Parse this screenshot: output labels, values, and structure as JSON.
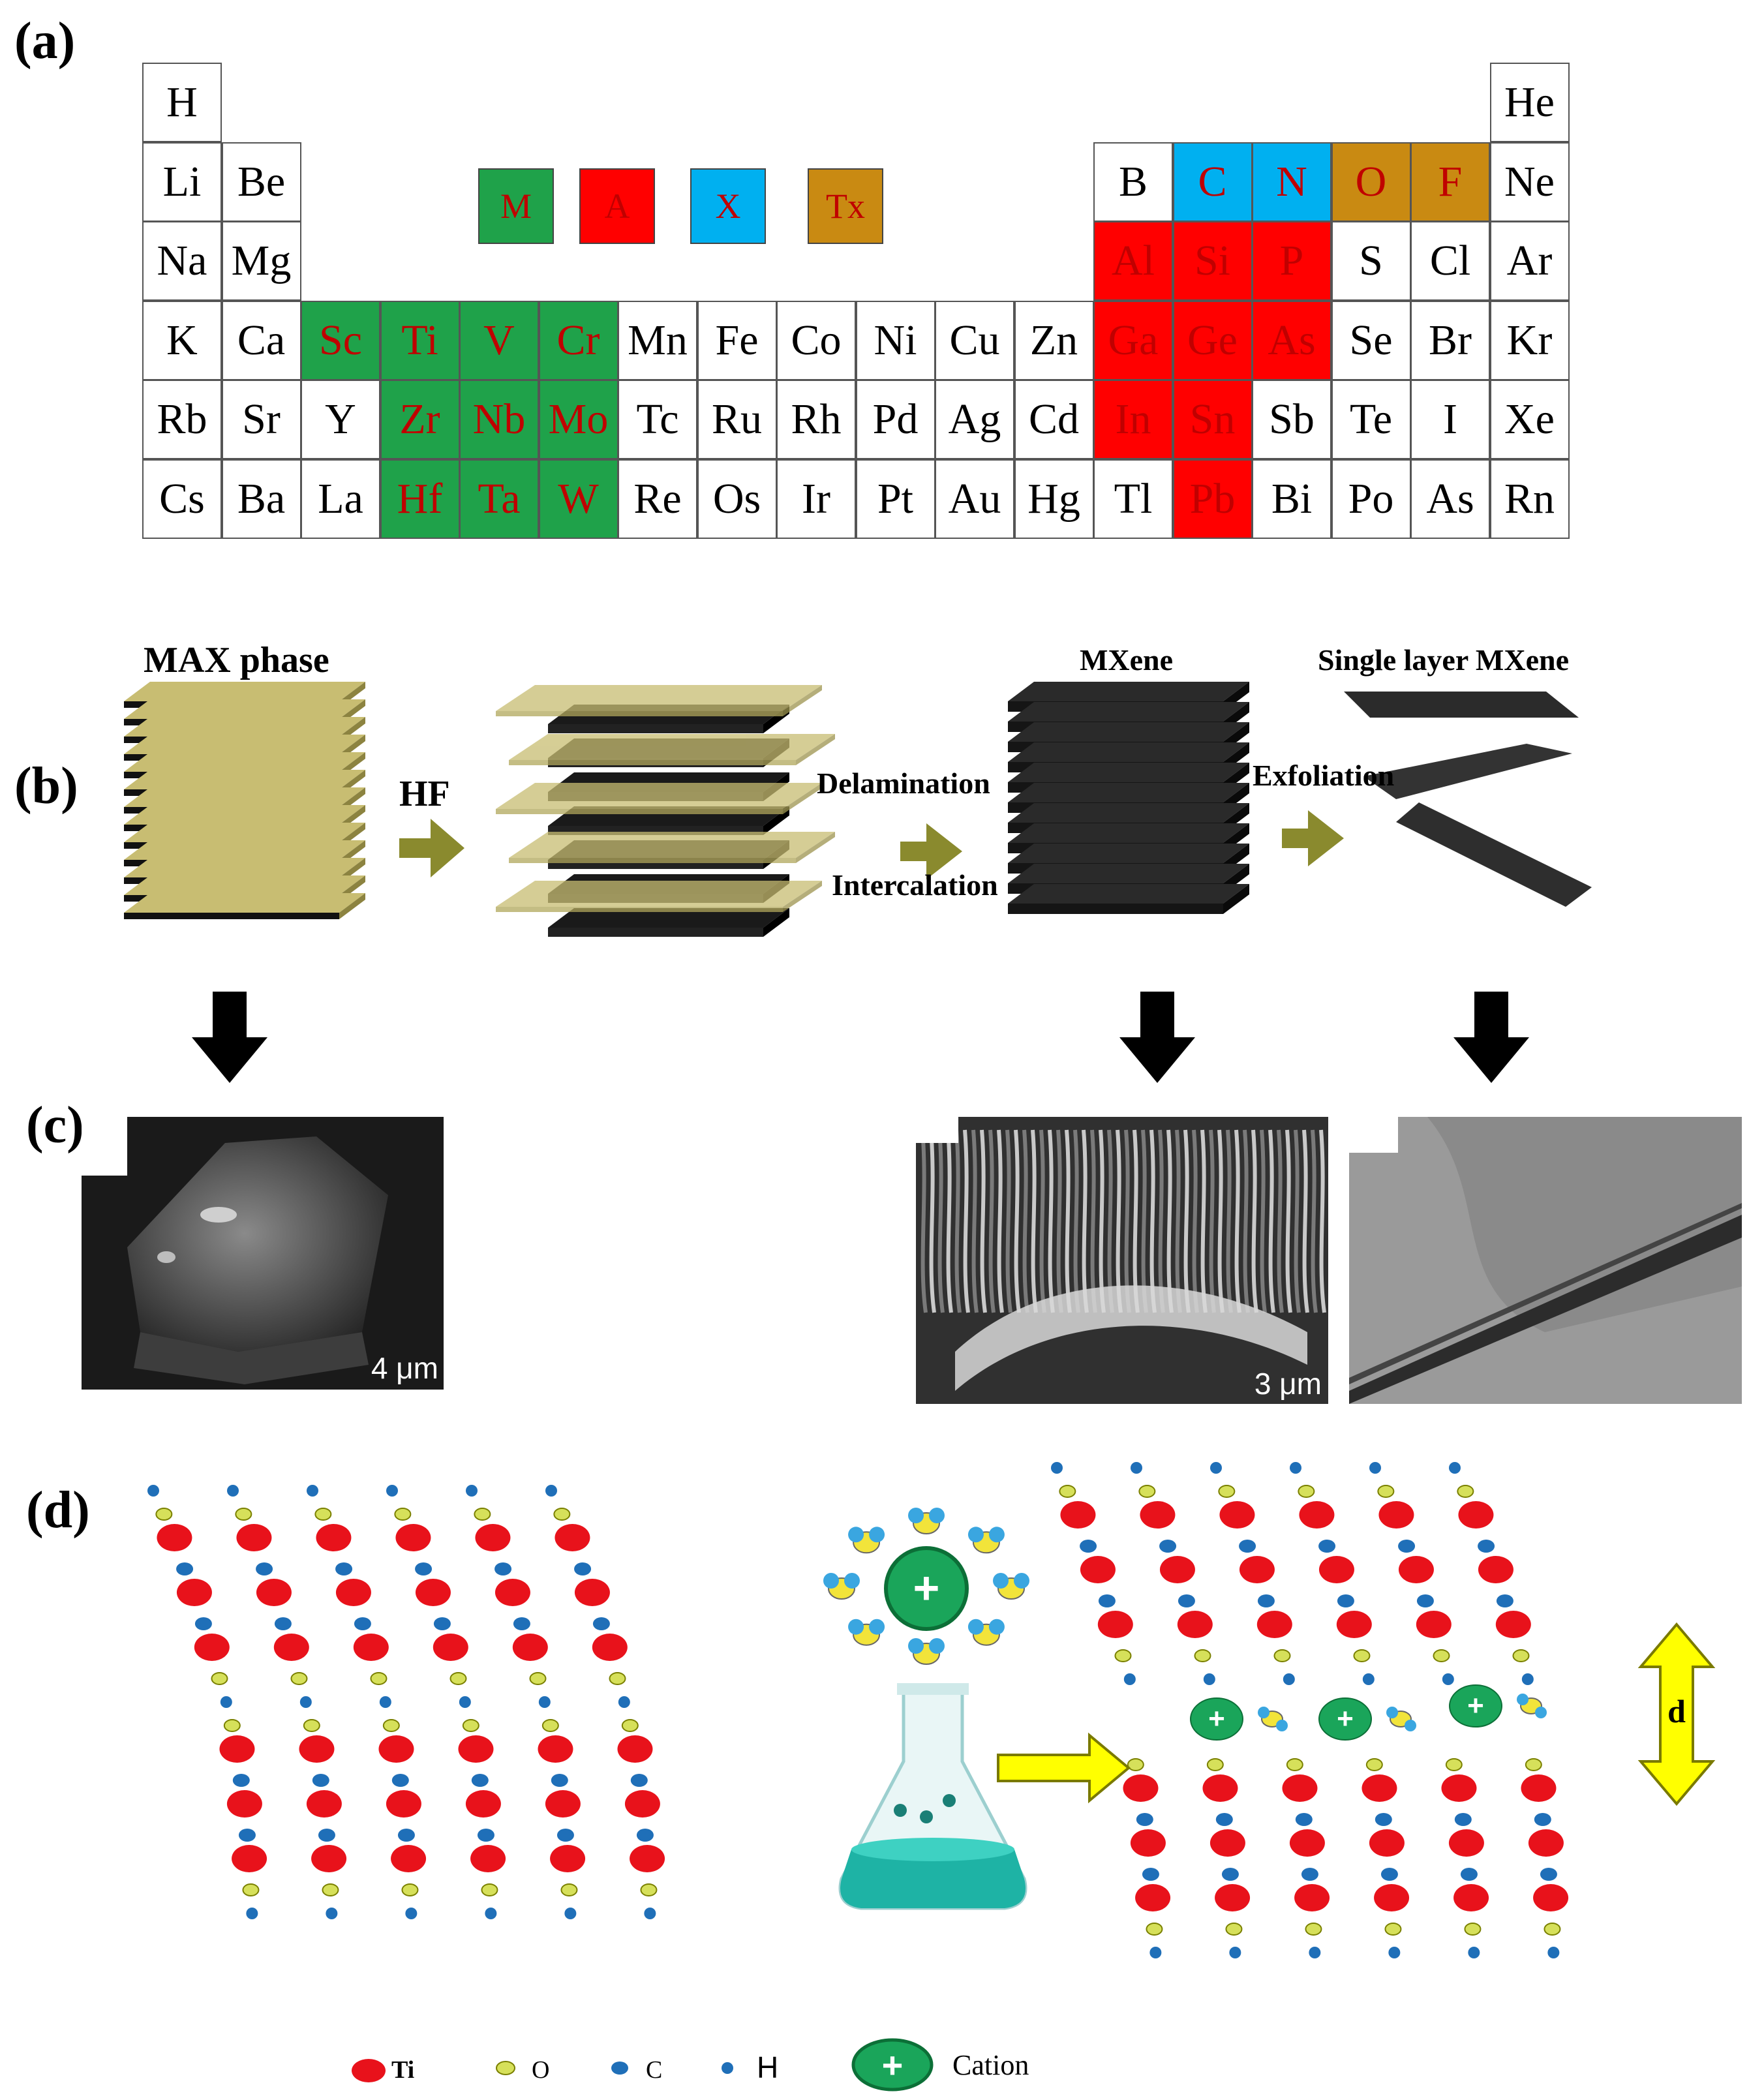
{
  "panels": {
    "a": "(a)",
    "b": "(b)",
    "c": "(c)",
    "d": "(d)"
  },
  "legend": [
    {
      "label": "M",
      "color": "#1fa24a",
      "text_color": "#c00000"
    },
    {
      "label": "A",
      "color": "#ff0000",
      "text_color": "#c00000"
    },
    {
      "label": "X",
      "color": "#00b0f0",
      "text_color": "#c00000"
    },
    {
      "label": "Tx",
      "color": "#c98a12",
      "text_color": "#c00000"
    }
  ],
  "colors": {
    "M": "#1fa24a",
    "A": "#ff0000",
    "X": "#00b0f0",
    "Tx": "#c98a12",
    "none": "#ffffff"
  },
  "elements": [
    {
      "s": "H",
      "r": 0,
      "c": 0,
      "g": "none"
    },
    {
      "s": "He",
      "r": 0,
      "c": 17,
      "g": "none"
    },
    {
      "s": "Li",
      "r": 1,
      "c": 0,
      "g": "none"
    },
    {
      "s": "Be",
      "r": 1,
      "c": 1,
      "g": "none"
    },
    {
      "s": "B",
      "r": 1,
      "c": 12,
      "g": "none"
    },
    {
      "s": "C",
      "r": 1,
      "c": 13,
      "g": "X"
    },
    {
      "s": "N",
      "r": 1,
      "c": 14,
      "g": "X"
    },
    {
      "s": "O",
      "r": 1,
      "c": 15,
      "g": "Tx"
    },
    {
      "s": "F",
      "r": 1,
      "c": 16,
      "g": "Tx"
    },
    {
      "s": "Ne",
      "r": 1,
      "c": 17,
      "g": "none"
    },
    {
      "s": "Na",
      "r": 2,
      "c": 0,
      "g": "none"
    },
    {
      "s": "Mg",
      "r": 2,
      "c": 1,
      "g": "none"
    },
    {
      "s": "Al",
      "r": 2,
      "c": 12,
      "g": "A"
    },
    {
      "s": "Si",
      "r": 2,
      "c": 13,
      "g": "A"
    },
    {
      "s": "P",
      "r": 2,
      "c": 14,
      "g": "A"
    },
    {
      "s": "S",
      "r": 2,
      "c": 15,
      "g": "none"
    },
    {
      "s": "Cl",
      "r": 2,
      "c": 16,
      "g": "none"
    },
    {
      "s": "Ar",
      "r": 2,
      "c": 17,
      "g": "none"
    },
    {
      "s": "K",
      "r": 3,
      "c": 0,
      "g": "none"
    },
    {
      "s": "Ca",
      "r": 3,
      "c": 1,
      "g": "none"
    },
    {
      "s": "Sc",
      "r": 3,
      "c": 2,
      "g": "M"
    },
    {
      "s": "Ti",
      "r": 3,
      "c": 3,
      "g": "M"
    },
    {
      "s": "V",
      "r": 3,
      "c": 4,
      "g": "M"
    },
    {
      "s": "Cr",
      "r": 3,
      "c": 5,
      "g": "M"
    },
    {
      "s": "Mn",
      "r": 3,
      "c": 6,
      "g": "none"
    },
    {
      "s": "Fe",
      "r": 3,
      "c": 7,
      "g": "none"
    },
    {
      "s": "Co",
      "r": 3,
      "c": 8,
      "g": "none"
    },
    {
      "s": "Ni",
      "r": 3,
      "c": 9,
      "g": "none"
    },
    {
      "s": "Cu",
      "r": 3,
      "c": 10,
      "g": "none"
    },
    {
      "s": "Zn",
      "r": 3,
      "c": 11,
      "g": "none"
    },
    {
      "s": "Ga",
      "r": 3,
      "c": 12,
      "g": "A"
    },
    {
      "s": "Ge",
      "r": 3,
      "c": 13,
      "g": "A"
    },
    {
      "s": "As",
      "r": 3,
      "c": 14,
      "g": "A"
    },
    {
      "s": "Se",
      "r": 3,
      "c": 15,
      "g": "none"
    },
    {
      "s": "Br",
      "r": 3,
      "c": 16,
      "g": "none"
    },
    {
      "s": "Kr",
      "r": 3,
      "c": 17,
      "g": "none"
    },
    {
      "s": "Rb",
      "r": 4,
      "c": 0,
      "g": "none"
    },
    {
      "s": "Sr",
      "r": 4,
      "c": 1,
      "g": "none"
    },
    {
      "s": "Y",
      "r": 4,
      "c": 2,
      "g": "none"
    },
    {
      "s": "Zr",
      "r": 4,
      "c": 3,
      "g": "M"
    },
    {
      "s": "Nb",
      "r": 4,
      "c": 4,
      "g": "M"
    },
    {
      "s": "Mo",
      "r": 4,
      "c": 5,
      "g": "M"
    },
    {
      "s": "Tc",
      "r": 4,
      "c": 6,
      "g": "none"
    },
    {
      "s": "Ru",
      "r": 4,
      "c": 7,
      "g": "none"
    },
    {
      "s": "Rh",
      "r": 4,
      "c": 8,
      "g": "none"
    },
    {
      "s": "Pd",
      "r": 4,
      "c": 9,
      "g": "none"
    },
    {
      "s": "Ag",
      "r": 4,
      "c": 10,
      "g": "none"
    },
    {
      "s": "Cd",
      "r": 4,
      "c": 11,
      "g": "none"
    },
    {
      "s": "In",
      "r": 4,
      "c": 12,
      "g": "A"
    },
    {
      "s": "Sn",
      "r": 4,
      "c": 13,
      "g": "A"
    },
    {
      "s": "Sb",
      "r": 4,
      "c": 14,
      "g": "none"
    },
    {
      "s": "Te",
      "r": 4,
      "c": 15,
      "g": "none"
    },
    {
      "s": "I",
      "r": 4,
      "c": 16,
      "g": "none"
    },
    {
      "s": "Xe",
      "r": 4,
      "c": 17,
      "g": "none"
    },
    {
      "s": "Cs",
      "r": 5,
      "c": 0,
      "g": "none"
    },
    {
      "s": "Ba",
      "r": 5,
      "c": 1,
      "g": "none"
    },
    {
      "s": "La",
      "r": 5,
      "c": 2,
      "g": "none"
    },
    {
      "s": "Hf",
      "r": 5,
      "c": 3,
      "g": "M"
    },
    {
      "s": "Ta",
      "r": 5,
      "c": 4,
      "g": "M"
    },
    {
      "s": "W",
      "r": 5,
      "c": 5,
      "g": "M"
    },
    {
      "s": "Re",
      "r": 5,
      "c": 6,
      "g": "none"
    },
    {
      "s": "Os",
      "r": 5,
      "c": 7,
      "g": "none"
    },
    {
      "s": "Ir",
      "r": 5,
      "c": 8,
      "g": "none"
    },
    {
      "s": "Pt",
      "r": 5,
      "c": 9,
      "g": "none"
    },
    {
      "s": "Au",
      "r": 5,
      "c": 10,
      "g": "none"
    },
    {
      "s": "Hg",
      "r": 5,
      "c": 11,
      "g": "none"
    },
    {
      "s": "Tl",
      "r": 5,
      "c": 12,
      "g": "none"
    },
    {
      "s": "Pb",
      "r": 5,
      "c": 13,
      "g": "A"
    },
    {
      "s": "Bi",
      "r": 5,
      "c": 14,
      "g": "none"
    },
    {
      "s": "Po",
      "r": 5,
      "c": 15,
      "g": "none"
    },
    {
      "s": "As",
      "r": 5,
      "c": 16,
      "g": "none"
    },
    {
      "s": "Rn",
      "r": 5,
      "c": 17,
      "g": "none"
    }
  ],
  "synthesis": {
    "max_phase": "MAX phase",
    "hf": "HF",
    "delamination": "Delamination",
    "intercalation": "Intercalation",
    "mxene": "MXene",
    "exfoliation": "Exfoliation",
    "single_layer": "Single layer MXene",
    "layer_color": "#c8bd72",
    "arrow_color": "#8a8a2e"
  },
  "micrographs": {
    "scale_1": "4 μm",
    "scale_2": "3 μm"
  },
  "structure": {
    "d_label": "d",
    "cation_symbol": "+",
    "key": {
      "ti": "Ti",
      "o": "O",
      "c": "C",
      "h": "H",
      "cation": "Cation"
    },
    "ti_color": "#e8121b",
    "o_color": "#d6e05a",
    "c_color": "#1f6fb8",
    "cation_color": "#1aa55a",
    "water_color": "#f2e43a",
    "arrow_color": "#ffff00"
  }
}
